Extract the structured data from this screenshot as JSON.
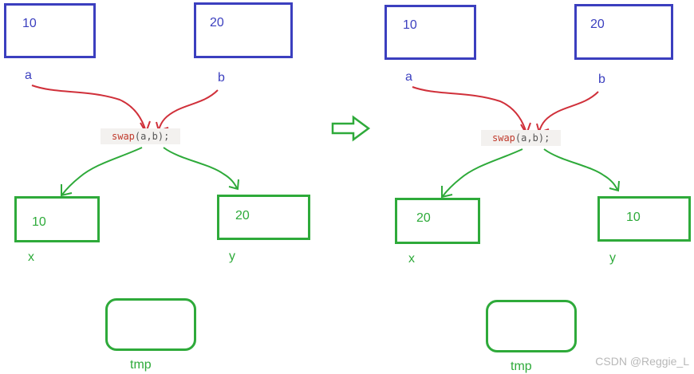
{
  "colors": {
    "blue": "#3b3fbf",
    "green": "#2eaa3a",
    "red": "#d0303a"
  },
  "before": {
    "a_value": "10",
    "b_value": "20",
    "a_label": "a",
    "b_label": "b",
    "call": {
      "fn": "swap",
      "arg1": "a",
      "arg2": "b",
      "open": "(",
      "comma": ",",
      "close": ");"
    },
    "x_value": "10",
    "y_value": "20",
    "x_label": "x",
    "y_label": "y",
    "tmp_label": "tmp"
  },
  "after": {
    "a_value": "10",
    "b_value": "20",
    "a_label": "a",
    "b_label": "b",
    "call": {
      "fn": "swap",
      "arg1": "a",
      "arg2": "b",
      "open": "(",
      "comma": ",",
      "close": ");"
    },
    "x_value": "20",
    "y_value": "10",
    "x_label": "x",
    "y_label": "y",
    "tmp_label": "tmp"
  },
  "watermark": "CSDN @Reggie_L"
}
